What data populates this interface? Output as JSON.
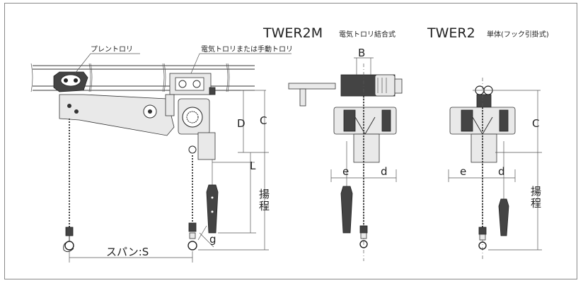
{
  "labels": {
    "model_1": "TWER2M",
    "model_1_sub": "電気トロリ結合式",
    "model_2": "TWER2",
    "model_2_sub": "単体(フック引掛式)",
    "plain_trolley": "プレントロリ",
    "electric_trolley": "電気トロリまたは手動トロリ",
    "span": "スパン:S",
    "dim_d_upper": "D",
    "dim_c": "C",
    "dim_l": "L",
    "dim_g": "g",
    "dim_lift": "揚\n程",
    "dim_lift_a": "揚",
    "dim_lift_b": "程",
    "dim_b": "B",
    "dim_e": "e",
    "dim_d": "d",
    "dim_c2": "C",
    "dim_e2": "e",
    "dim_d2": "d",
    "dim_lift2_a": "揚",
    "dim_lift2_b": "程"
  }
}
